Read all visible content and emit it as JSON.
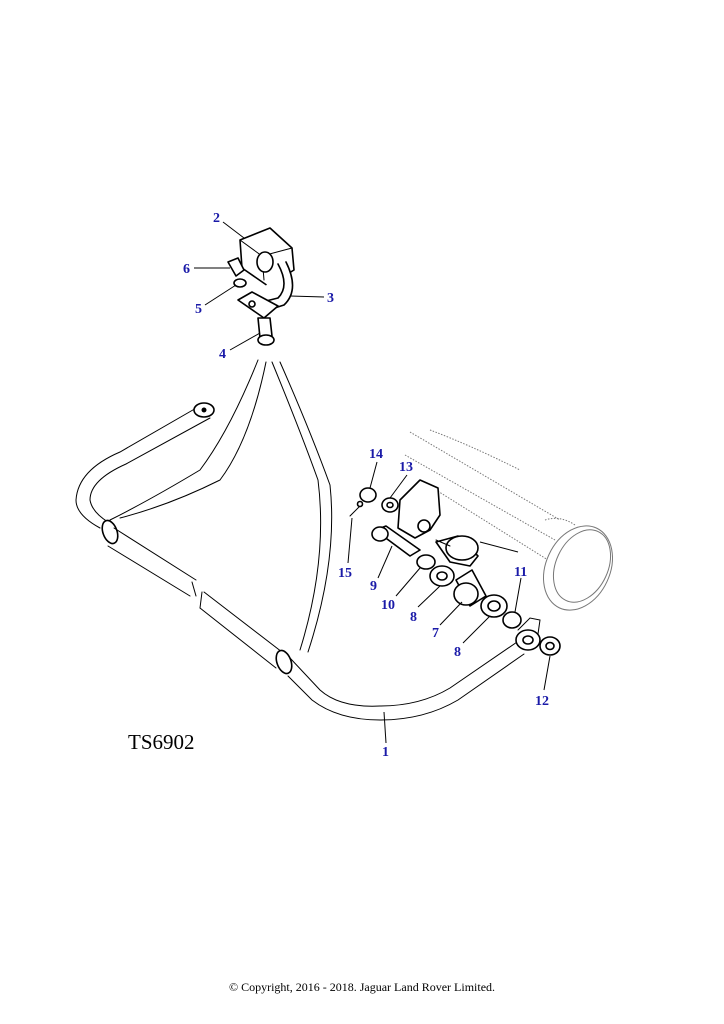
{
  "drawing_ref": "TS6902",
  "copyright": "© Copyright, 2016 - 2018. Jaguar Land Rover Limited.",
  "callouts": {
    "c1": "1",
    "c2": "2",
    "c3": "3",
    "c4": "4",
    "c5": "5",
    "c6": "6",
    "c7": "7",
    "c8a": "8",
    "c8b": "8",
    "c9": "9",
    "c10": "10",
    "c11": "11",
    "c12": "12",
    "c13": "13",
    "c14": "14",
    "c15": "15"
  },
  "colors": {
    "callout": "#1a1aa8",
    "line": "#000000"
  }
}
